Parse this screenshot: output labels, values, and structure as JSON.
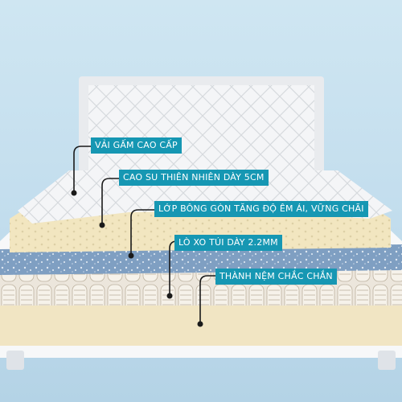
{
  "callouts": [
    {
      "text": "VẢI GẤM CAO CẤP"
    },
    {
      "text": "CAO SU THIÊN NHIÊN DÀY 5CM"
    },
    {
      "text": "LỚP BÔNG GÒN TĂNG ĐỘ ÊM ÁI, VỮNG CHÃI"
    },
    {
      "text": "LÒ XO TÚI DÀY 2.2MM"
    },
    {
      "text": "THÀNH NỆM CHẮC CHẮN"
    }
  ],
  "colors": {
    "label_bg": "#1697b3",
    "label_text": "#ffffff",
    "background": "#c8e2f0",
    "foam": "#f3e7c2",
    "cotton": "#7f9fc2"
  }
}
